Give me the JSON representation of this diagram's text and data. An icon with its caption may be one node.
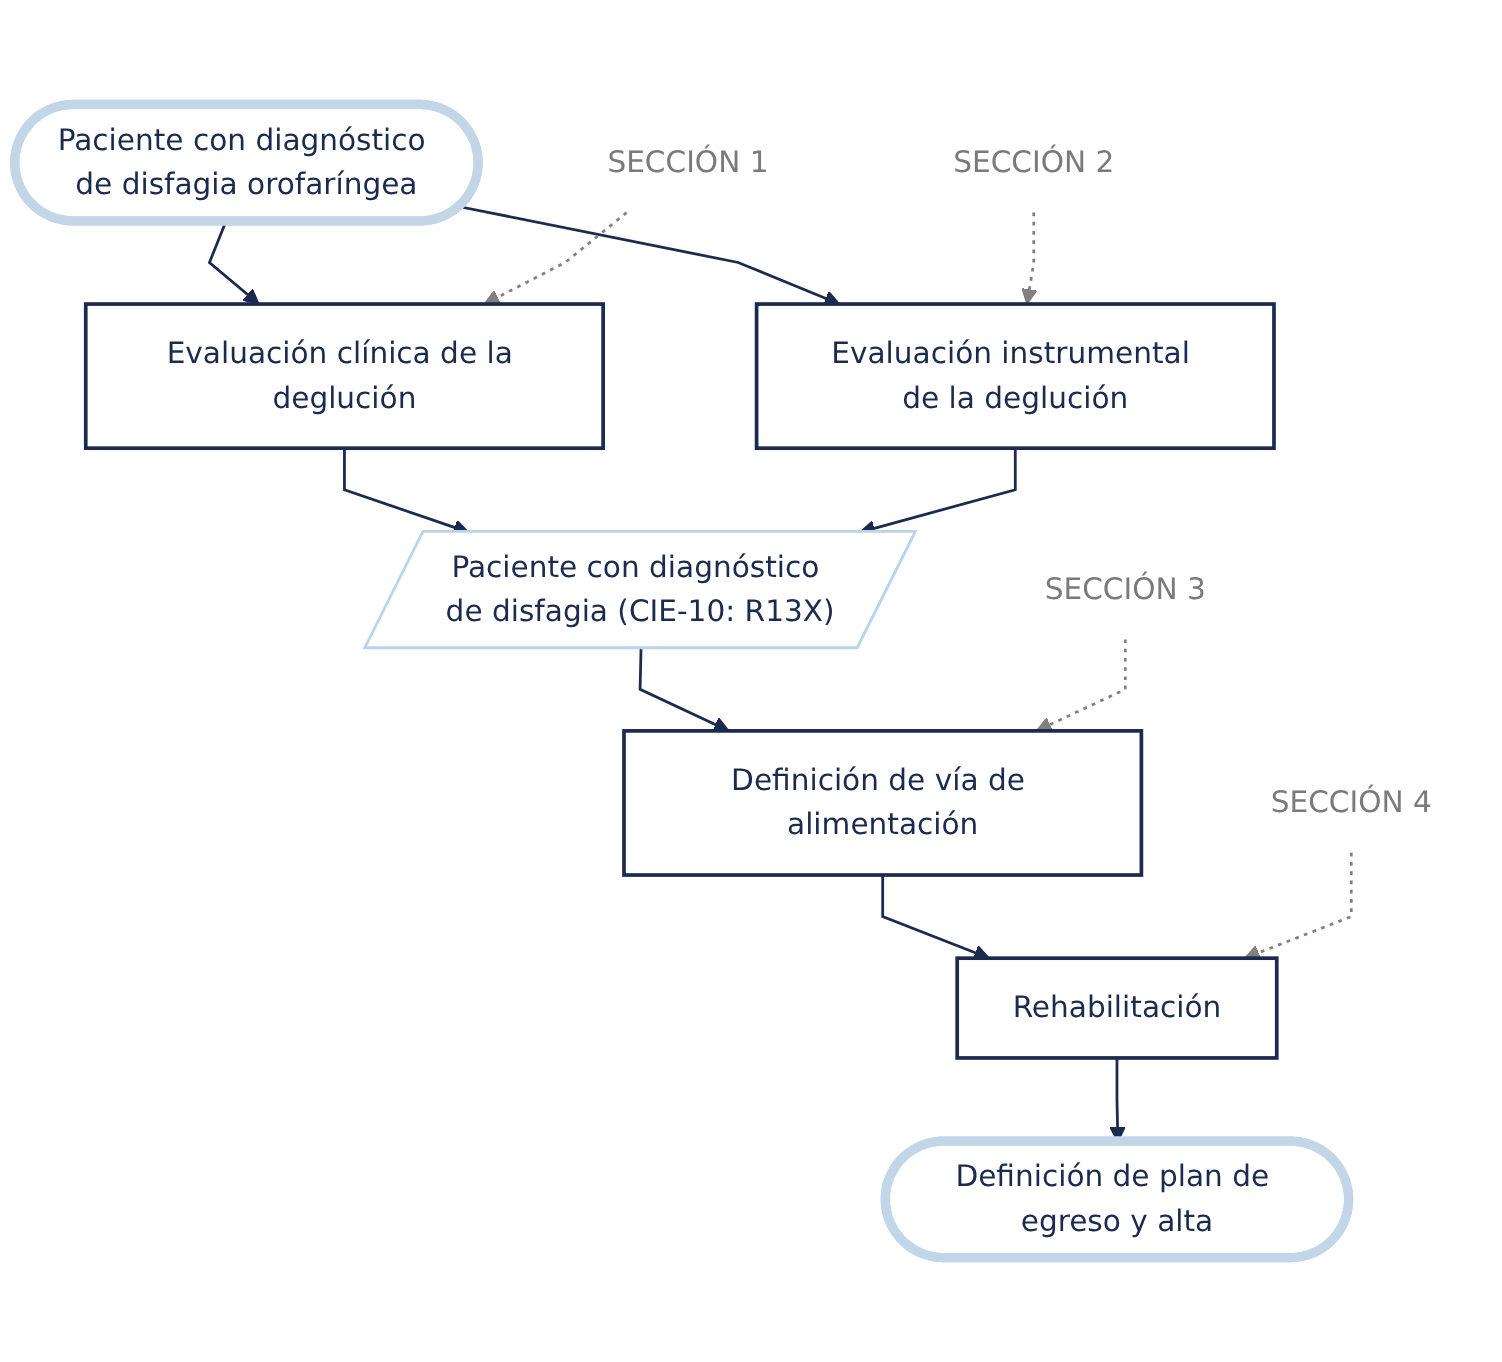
{
  "diagram": {
    "nodes": [
      {
        "text": [
          "Paciente con diagnóstico de disfagia orofaríngea"
        ]
      },
      {
        "text": [
          "SECCIÓN 1"
        ]
      },
      {
        "text": [
          "Evaluación clínica de la deglución"
        ]
      },
      {
        "text": [
          "Evaluación instrumental de la deglución"
        ]
      },
      {
        "text": [
          "SECCIÓN 2"
        ]
      },
      {
        "text": [
          "Paciente con diagnóstico de disfagia (CIE-10: R13X)"
        ]
      },
      {
        "text": [
          "SECCIÓN 3"
        ]
      },
      {
        "text": [
          "Definición de vía de alimentación"
        ]
      },
      {
        "text": [
          "SECCIÓN 4"
        ]
      },
      {
        "text": [
          "Rehabilitación"
        ]
      },
      {
        "text": [
          "Definición de plan de egreso y alta"
        ]
      }
    ],
    "edges": [
      {
        "from": 0,
        "to": 2,
        "arrow": "to"
      },
      {
        "from": 0,
        "to": 3,
        "arrow": "to"
      },
      {
        "from": 1,
        "to": 2,
        "arrow": "to",
        "style": "dashed",
        "color": "#808080"
      },
      {
        "from": 4,
        "to": 3,
        "arrow": "to",
        "style": "dashed",
        "color": "#808080"
      },
      {
        "from": 2,
        "to": 5,
        "arrow": "to"
      },
      {
        "from": 3,
        "to": 5,
        "arrow": "to"
      },
      {
        "from": 5,
        "to": 7,
        "arrow": "to"
      },
      {
        "from": 6,
        "to": 7,
        "arrow": "to",
        "style": "dashed",
        "color": "#808080"
      },
      {
        "from": 7,
        "to": 9,
        "arrow": "to"
      },
      {
        "from": 8,
        "to": 9,
        "arrow": "to",
        "style": "dashed",
        "color": "#808080"
      },
      {
        "from": 9,
        "to": 10,
        "arrow": "to"
      }
    ]
  }
}
